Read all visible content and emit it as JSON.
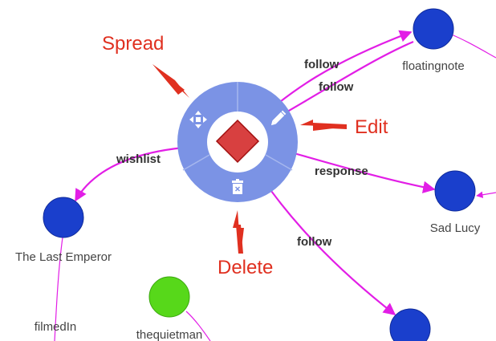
{
  "colors": {
    "edge": "#e21ee6",
    "node_blue": "#1a3fcc",
    "node_blue_stroke": "#0f2a99",
    "node_green": "#57d81a",
    "node_green_stroke": "#3aa60e",
    "menu_ring": "#7b93e5",
    "menu_divider": "#a6b7ee",
    "center_node": "#d84040",
    "center_node_stroke": "#a11010",
    "annotation": "#e03020"
  },
  "nodes": {
    "floatingnote": {
      "label": "floatingnote"
    },
    "sad_lucy": {
      "label": "Sad Lucy"
    },
    "last_emperor": {
      "label": "The Last Emperor"
    },
    "thequietman": {
      "label": "thequietman"
    },
    "filmedln": {
      "label": "filmedIn"
    }
  },
  "edges": {
    "follow_1": "follow",
    "follow_2": "follow",
    "wishlist": "wishlist",
    "response": "response",
    "follow_3": "follow"
  },
  "menu": {
    "spread_icon": "move-arrows-icon",
    "edit_icon": "pencil-icon",
    "delete_icon": "trash-icon"
  },
  "annotations": {
    "spread": "Spread",
    "edit": "Edit",
    "delete": "Delete"
  }
}
